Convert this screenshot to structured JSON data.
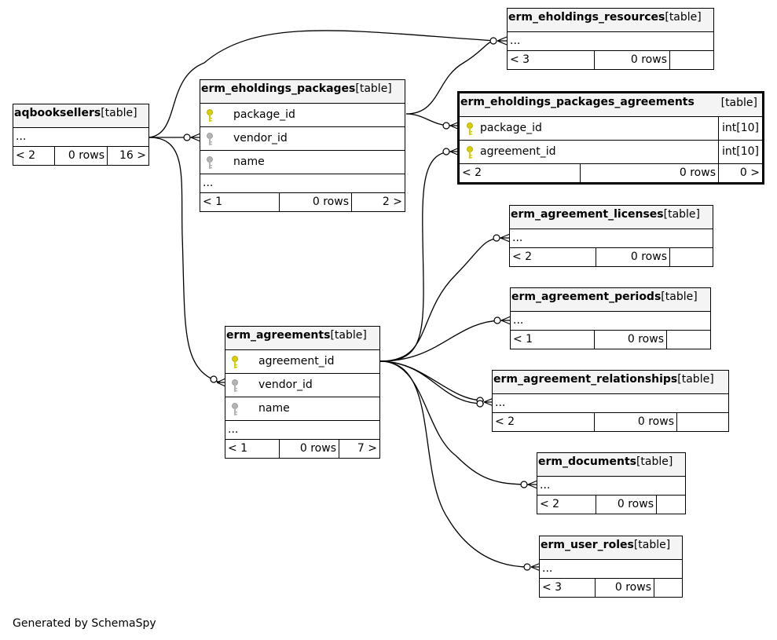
{
  "tables": {
    "aqbooksellers": {
      "name": "aqbooksellers",
      "type": "[table]",
      "ellipsis": "...",
      "footer": [
        "< 2",
        "0 rows",
        "16 >"
      ]
    },
    "packages": {
      "name": "erm_eholdings_packages",
      "type": "[table]",
      "columns": [
        {
          "name": "package_id",
          "key": "primary"
        },
        {
          "name": "vendor_id",
          "key": "foreign"
        },
        {
          "name": "name",
          "key": "foreign"
        }
      ],
      "ellipsis": "...",
      "footer": [
        "< 1",
        "0 rows",
        "2 >"
      ]
    },
    "resources": {
      "name": "erm_eholdings_resources",
      "type": "[table]",
      "ellipsis": "...",
      "footer": [
        "< 3",
        "0 rows",
        ""
      ]
    },
    "pkg_agreements": {
      "name": "erm_eholdings_packages_agreements",
      "type": "[table]",
      "columns": [
        {
          "name": "package_id",
          "key": "primary",
          "datatype": "int[10]"
        },
        {
          "name": "agreement_id",
          "key": "primary",
          "datatype": "int[10]"
        }
      ],
      "footer": [
        "< 2",
        "0 rows",
        "0 >"
      ]
    },
    "licenses": {
      "name": "erm_agreement_licenses",
      "type": "[table]",
      "ellipsis": "...",
      "footer": [
        "< 2",
        "0 rows",
        ""
      ]
    },
    "periods": {
      "name": "erm_agreement_periods",
      "type": "[table]",
      "ellipsis": "...",
      "footer": [
        "< 1",
        "0 rows",
        ""
      ]
    },
    "agreements": {
      "name": "erm_agreements",
      "type": "[table]",
      "columns": [
        {
          "name": "agreement_id",
          "key": "primary"
        },
        {
          "name": "vendor_id",
          "key": "foreign"
        },
        {
          "name": "name",
          "key": "foreign"
        }
      ],
      "ellipsis": "...",
      "footer": [
        "< 1",
        "0 rows",
        "7 >"
      ]
    },
    "relationships": {
      "name": "erm_agreement_relationships",
      "type": "[table]",
      "ellipsis": "...",
      "footer": [
        "< 2",
        "0 rows",
        ""
      ]
    },
    "documents": {
      "name": "erm_documents",
      "type": "[table]",
      "ellipsis": "...",
      "footer": [
        "< 2",
        "0 rows",
        ""
      ]
    },
    "user_roles": {
      "name": "erm_user_roles",
      "type": "[table]",
      "ellipsis": "...",
      "footer": [
        "< 3",
        "0 rows",
        ""
      ]
    }
  },
  "relationships": [
    {
      "from": "aqbooksellers",
      "to": "erm_eholdings_resources"
    },
    {
      "from": "aqbooksellers",
      "to": "erm_eholdings_packages.vendor_id"
    },
    {
      "from": "aqbooksellers",
      "to": "erm_agreements.vendor_id"
    },
    {
      "from": "erm_eholdings_packages.package_id",
      "to": "erm_eholdings_resources"
    },
    {
      "from": "erm_eholdings_packages.package_id",
      "to": "erm_eholdings_packages_agreements.package_id"
    },
    {
      "from": "erm_agreements.agreement_id",
      "to": "erm_eholdings_packages_agreements.agreement_id"
    },
    {
      "from": "erm_agreements.agreement_id",
      "to": "erm_agreement_licenses"
    },
    {
      "from": "erm_agreements.agreement_id",
      "to": "erm_agreement_periods"
    },
    {
      "from": "erm_agreements.agreement_id",
      "to": "erm_agreement_relationships"
    },
    {
      "from": "erm_agreements.agreement_id",
      "to": "erm_agreement_relationships"
    },
    {
      "from": "erm_agreements.agreement_id",
      "to": "erm_documents"
    },
    {
      "from": "erm_agreements.agreement_id",
      "to": "erm_user_roles"
    }
  ],
  "colors": {
    "primary_key": "#d9cf00",
    "foreign_key": "#b3b3b3",
    "header_bg": "#f4f4f4",
    "line": "#000000"
  },
  "footer_text": "Generated by SchemaSpy"
}
